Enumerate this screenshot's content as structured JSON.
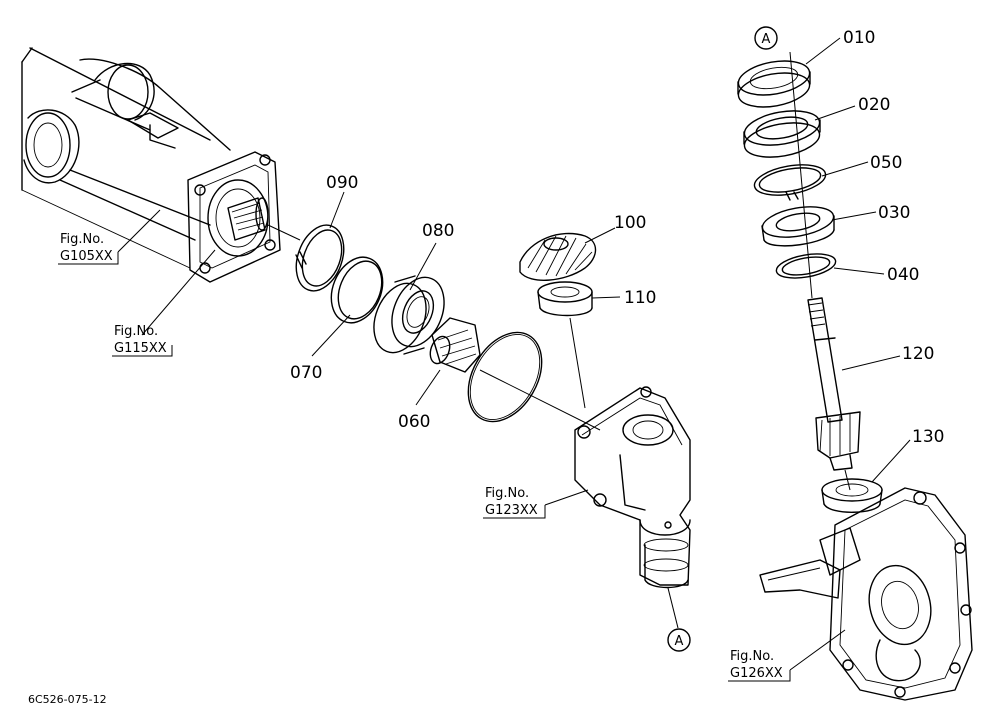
{
  "parts": [
    {
      "id": "010"
    },
    {
      "id": "020"
    },
    {
      "id": "030"
    },
    {
      "id": "040"
    },
    {
      "id": "050"
    },
    {
      "id": "060"
    },
    {
      "id": "070"
    },
    {
      "id": "080"
    },
    {
      "id": "090"
    },
    {
      "id": "100"
    },
    {
      "id": "110"
    },
    {
      "id": "120"
    },
    {
      "id": "130"
    }
  ],
  "figure_refs": [
    {
      "label": "Fig.No.",
      "code": "G105XX"
    },
    {
      "label": "Fig.No.",
      "code": "G115XX"
    },
    {
      "label": "Fig.No.",
      "code": "G123XX"
    },
    {
      "label": "Fig.No.",
      "code": "G126XX"
    }
  ],
  "connector_mark": "A",
  "drawing_code": "6C526-075-12"
}
